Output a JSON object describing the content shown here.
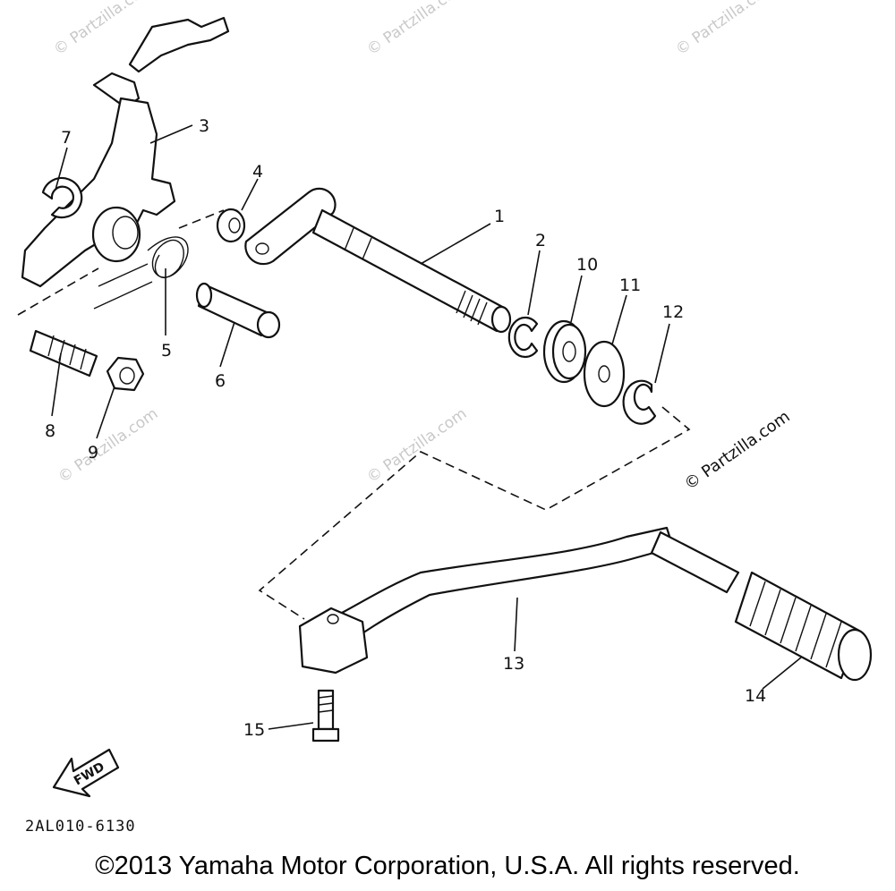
{
  "callouts": [
    "1",
    "2",
    "3",
    "4",
    "5",
    "6",
    "7",
    "8",
    "9",
    "10",
    "11",
    "12",
    "13",
    "14",
    "15"
  ],
  "direction_label": "FWD",
  "diagram_code": "2AL010-6130",
  "watermark": "© Partzilla.com",
  "copyright": "©2013 Yamaha Motor Corporation, U.S.A. All rights reserved."
}
